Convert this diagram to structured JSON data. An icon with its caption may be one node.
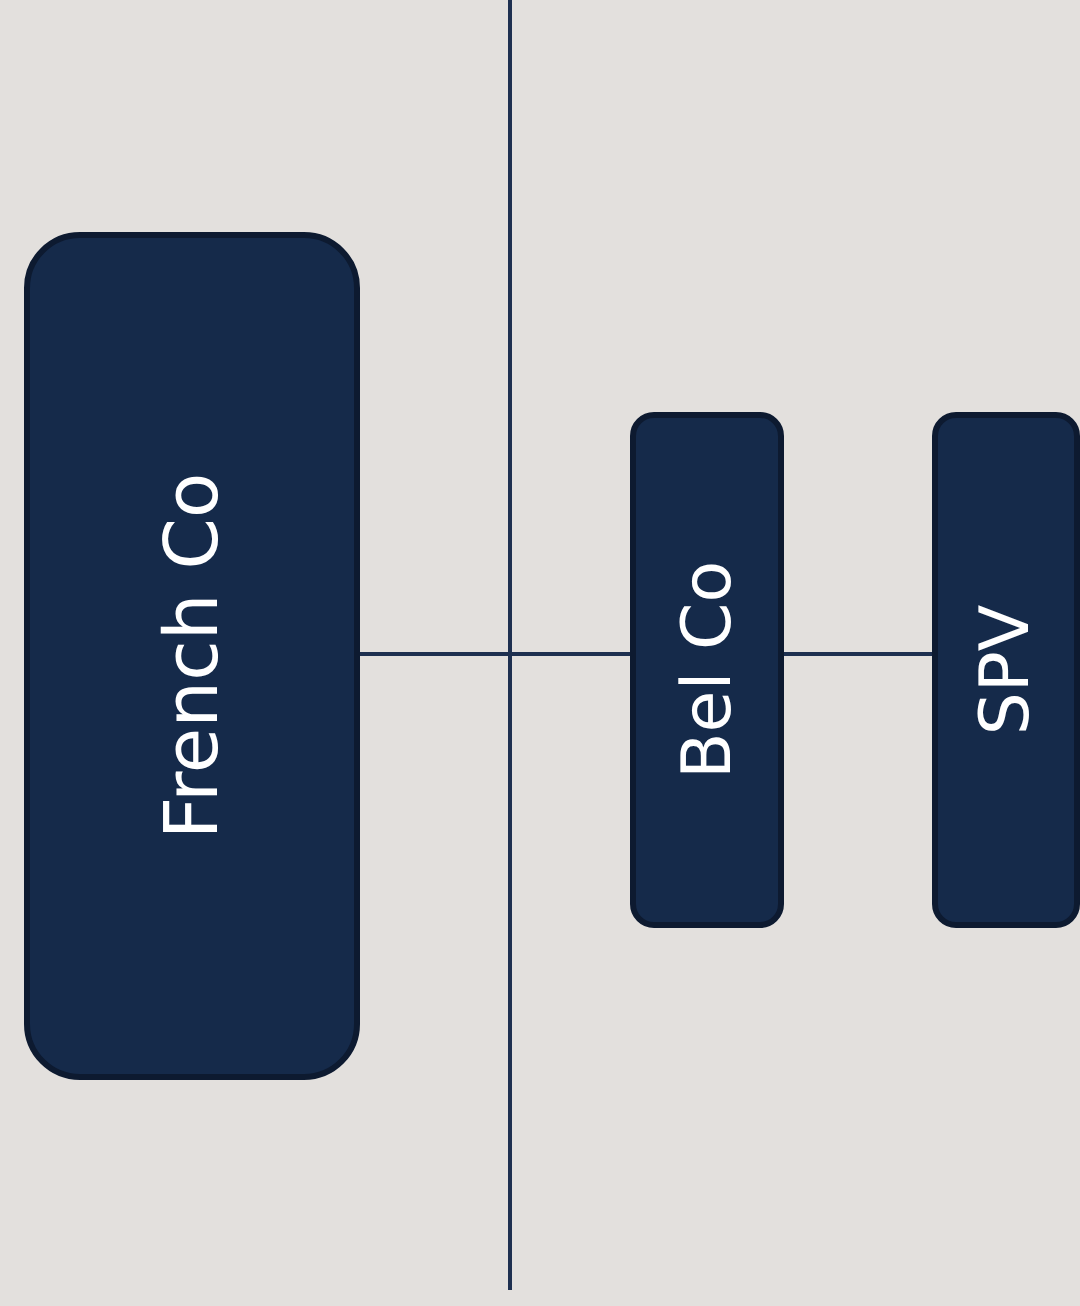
{
  "diagram": {
    "nodes": [
      {
        "text": [
          "French Co"
        ]
      },
      {
        "text": [
          "Bel Co"
        ]
      },
      {
        "text": [
          "SPV"
        ]
      }
    ],
    "edges": [
      {
        "from": 0,
        "to": 1,
        "arrow": "none"
      },
      {
        "from": 1,
        "to": 2,
        "arrow": "none"
      }
    ]
  }
}
